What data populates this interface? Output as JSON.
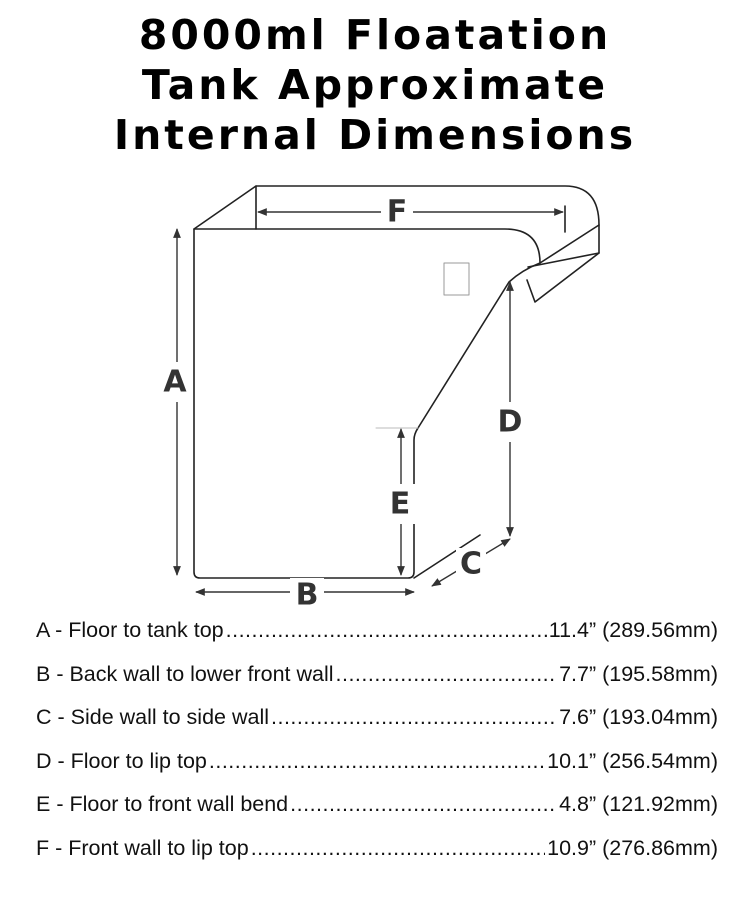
{
  "title": {
    "lines": [
      "8000ml Floatation",
      "Tank Approximate",
      "Internal Dimensions"
    ]
  },
  "diagram": {
    "labels": {
      "a": "A",
      "b": "B",
      "c": "C",
      "d": "D",
      "e": "E",
      "f": "F"
    }
  },
  "dimensions": [
    {
      "label": "A - Floor to tank top",
      "value": "11.4” (289.56mm)"
    },
    {
      "label": "B - Back wall to lower front wall",
      "value": "7.7” (195.58mm)"
    },
    {
      "label": "C - Side wall to side wall",
      "value": "7.6” (193.04mm)"
    },
    {
      "label": "D - Floor to lip top",
      "value": "10.1” (256.54mm)"
    },
    {
      "label": "E - Floor to front wall bend",
      "value": "4.8” (121.92mm)"
    },
    {
      "label": "F - Front wall to lip top",
      "value": "10.9” (276.86mm)"
    }
  ]
}
